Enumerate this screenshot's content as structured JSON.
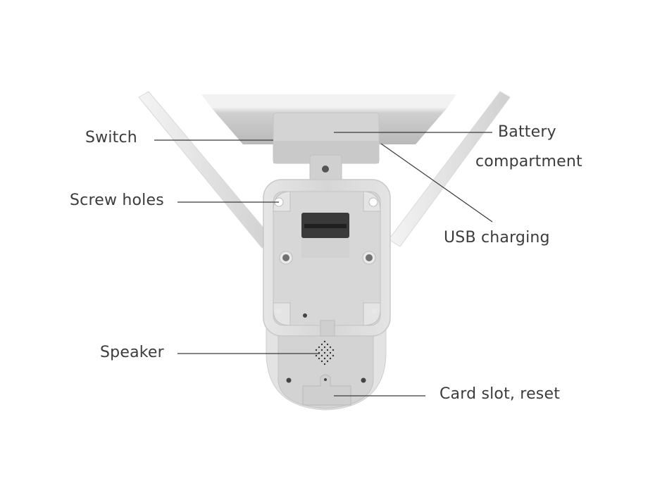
{
  "diagram": {
    "subject": "Solar battery security camera - rear view",
    "colors": {
      "background": "#ffffff",
      "label_text": "#3c3c3c",
      "leader_line": "#3a3a3a",
      "device_body": "#d9d9d9",
      "device_shadow": "#bdbdbd",
      "solar_panel": "#c8c8c8"
    },
    "callouts": [
      {
        "id": "switch",
        "label": "Switch",
        "side": "left"
      },
      {
        "id": "screw-holes",
        "label": "Screw holes",
        "side": "left"
      },
      {
        "id": "speaker",
        "label": "Speaker",
        "side": "left"
      },
      {
        "id": "battery-compartment",
        "label_line1": "Battery",
        "label_line2": "compartment",
        "side": "right"
      },
      {
        "id": "usb-charging",
        "label": "USB charging",
        "side": "right"
      },
      {
        "id": "card-slot-reset",
        "label": "Card slot, reset",
        "side": "right"
      }
    ]
  }
}
